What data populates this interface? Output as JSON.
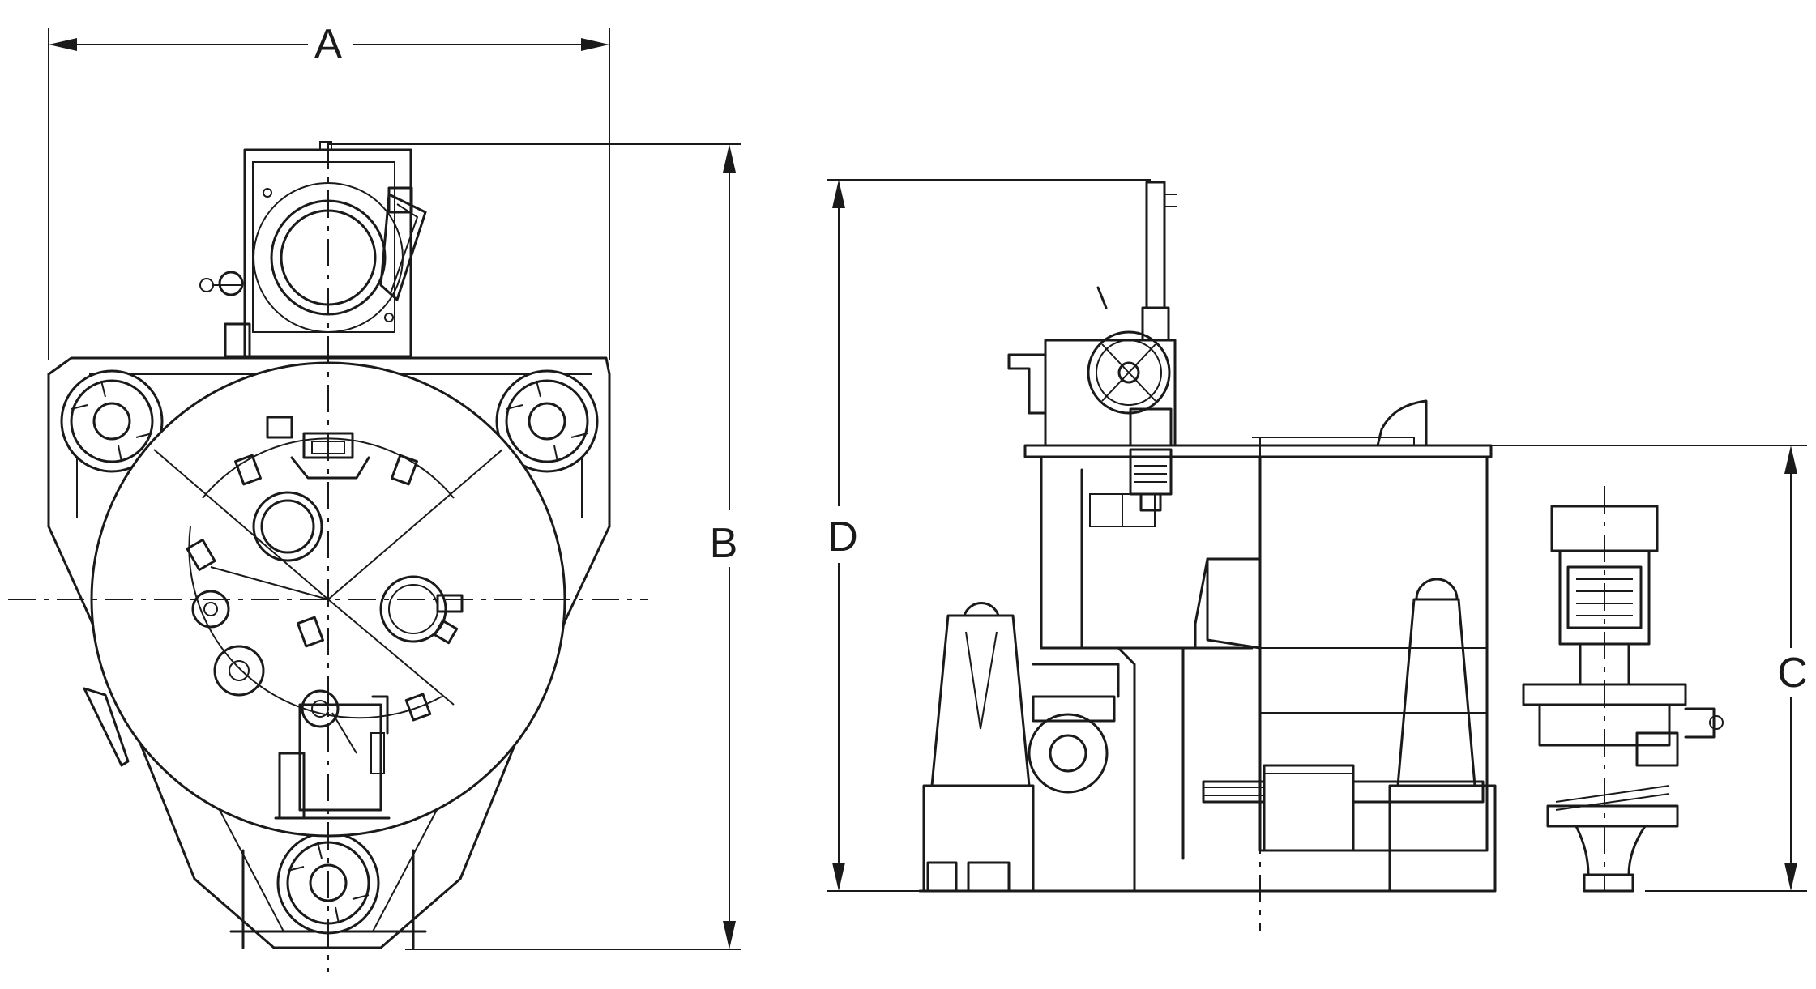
{
  "dimensions": {
    "a": {
      "label": "A"
    },
    "b": {
      "label": "B"
    },
    "c": {
      "label": "C"
    },
    "d": {
      "label": "D"
    }
  }
}
